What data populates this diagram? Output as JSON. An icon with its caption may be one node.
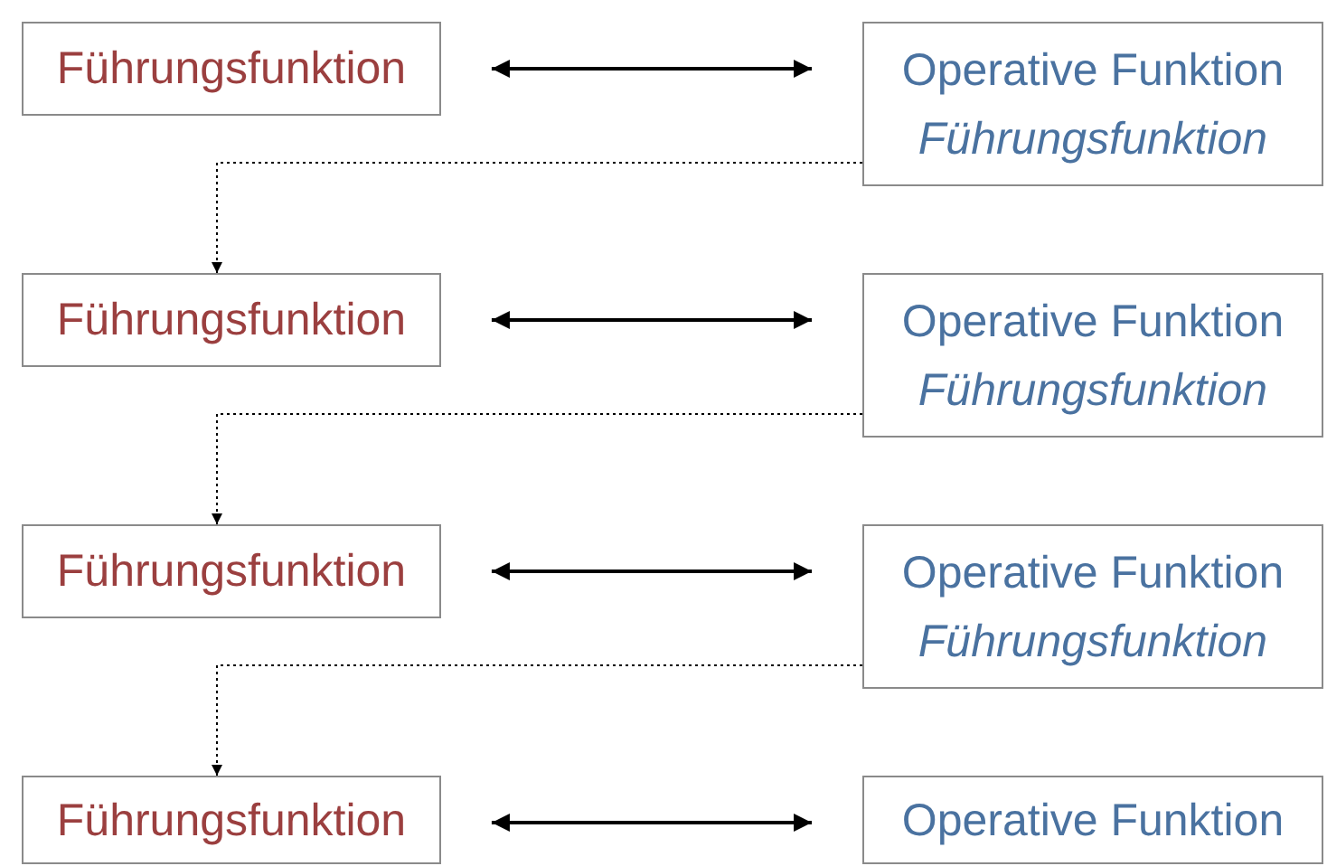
{
  "diagram": {
    "nodes": [
      {
        "text": [
          "Führungsfunktion"
        ]
      },
      {
        "text": [
          "Operative Funktion",
          "Führungsfunktion"
        ]
      },
      {
        "text": [
          "Führungsfunktion"
        ]
      },
      {
        "text": [
          "Operative Funktion",
          "Führungsfunktion"
        ]
      },
      {
        "text": [
          "Führungsfunktion"
        ]
      },
      {
        "text": [
          "Operative Funktion",
          "Führungsfunktion"
        ]
      },
      {
        "text": [
          "Führungsfunktion"
        ]
      },
      {
        "text": [
          "Operative Funktion"
        ]
      }
    ],
    "edges": [
      {
        "from": 0,
        "to": 1,
        "arrow": "both"
      },
      {
        "from": 1,
        "to": 2,
        "arrow": "to",
        "style": "dashed"
      },
      {
        "from": 2,
        "to": 3,
        "arrow": "both"
      },
      {
        "from": 3,
        "to": 4,
        "arrow": "to",
        "style": "dashed"
      },
      {
        "from": 4,
        "to": 5,
        "arrow": "both"
      },
      {
        "from": 5,
        "to": 6,
        "arrow": "to",
        "style": "dashed"
      },
      {
        "from": 6,
        "to": 7,
        "arrow": "both"
      }
    ]
  }
}
